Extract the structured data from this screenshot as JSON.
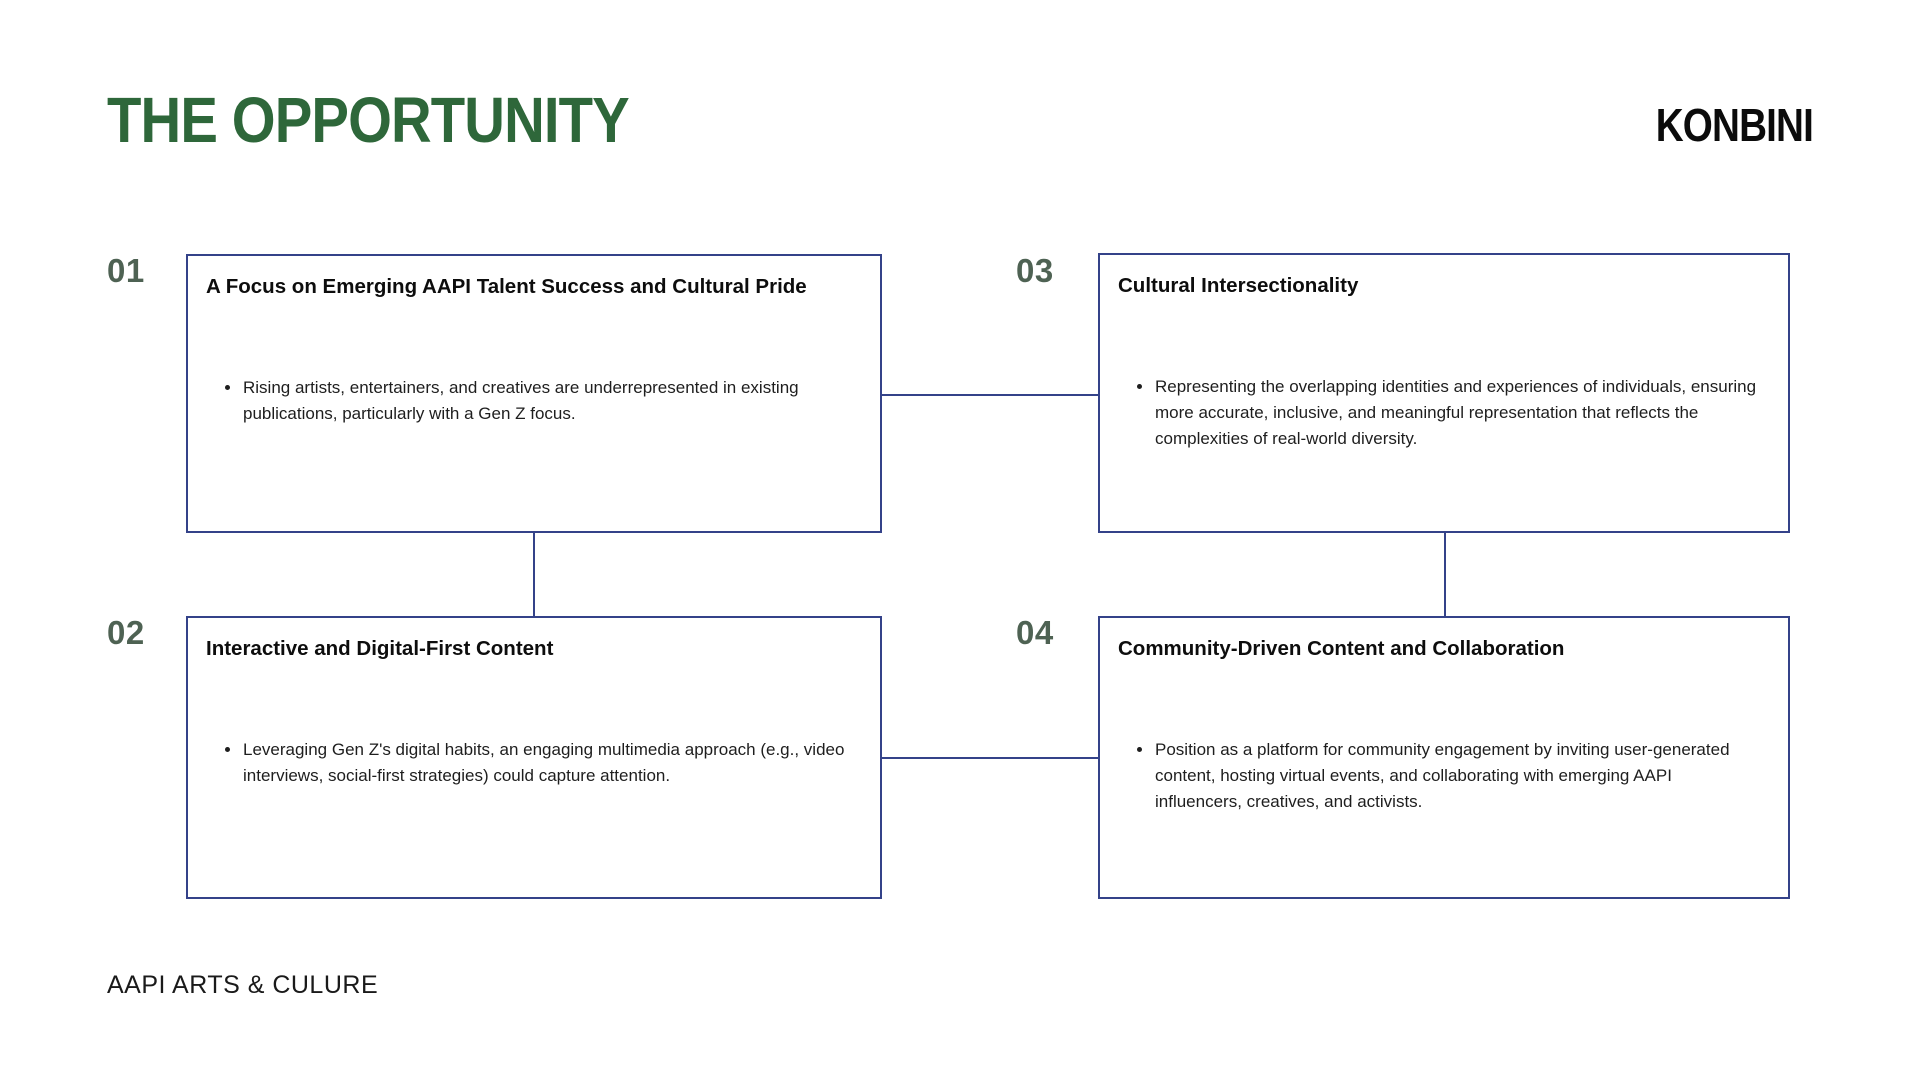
{
  "slide": {
    "title": "THE OPPORTUNITY",
    "logo": "KONBINI",
    "footer": "AAPI ARTS & CULURE"
  },
  "colors": {
    "title_green": "#2e673a",
    "number_green": "#4e6253",
    "box_border_navy": "#344289",
    "body_text": "#1e1e1e"
  },
  "boxes": [
    {
      "number": "01",
      "title": "A Focus on Emerging AAPI Talent Success and Cultural Pride",
      "bullet": "Rising artists, entertainers, and creatives are underrepresented in existing publications, particularly with a Gen Z focus."
    },
    {
      "number": "02",
      "title": "Interactive and Digital-First Content",
      "bullet": "Leveraging Gen Z's digital habits, an engaging multimedia approach (e.g., video interviews, social-first strategies) could capture attention."
    },
    {
      "number": "03",
      "title": "Cultural Intersectionality",
      "bullet": "Representing the overlapping identities and experiences of individuals, ensuring more accurate, inclusive, and meaningful representation that reflects the complexities of real-world diversity."
    },
    {
      "number": "04",
      "title": "Community-Driven Content and Collaboration",
      "bullet": "Position as a platform for community engagement by inviting user-generated content, hosting virtual events, and collaborating with emerging AAPI influencers, creatives, and activists."
    }
  ]
}
